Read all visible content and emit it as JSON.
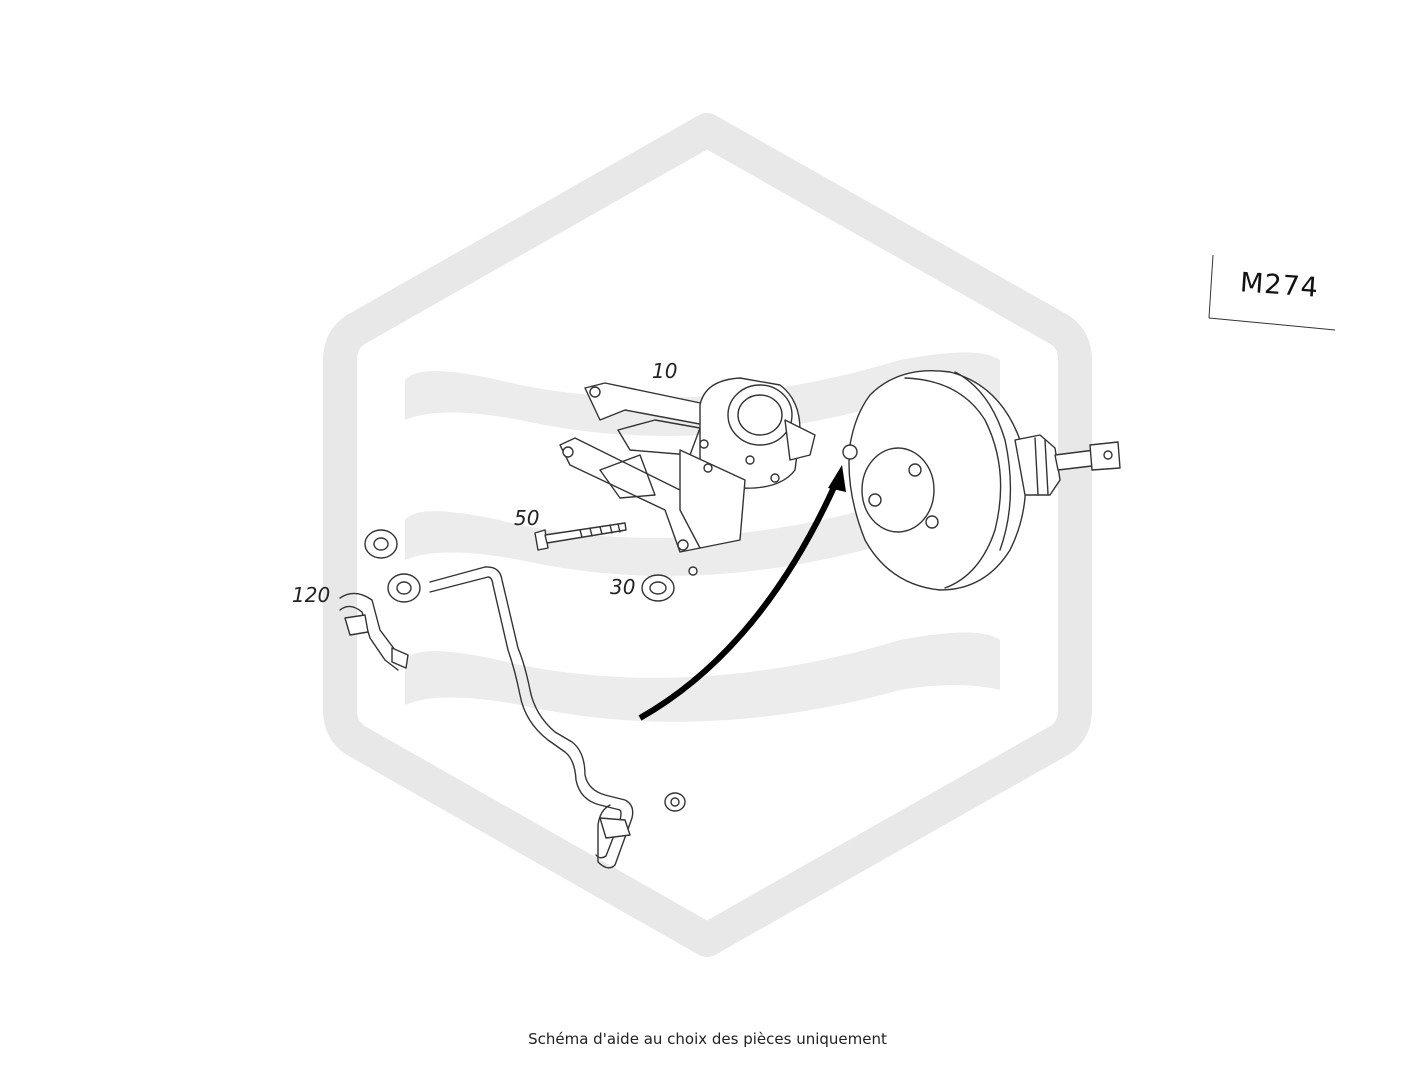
{
  "model_code": "M274",
  "caption": "Schéma d'aide au choix des pièces uniquement",
  "callouts": {
    "part_10": "10",
    "part_50": "50",
    "part_30": "30",
    "part_120": "120"
  },
  "colors": {
    "watermark": "#e8e8e8",
    "line": "#333333",
    "arrow": "#000000"
  }
}
